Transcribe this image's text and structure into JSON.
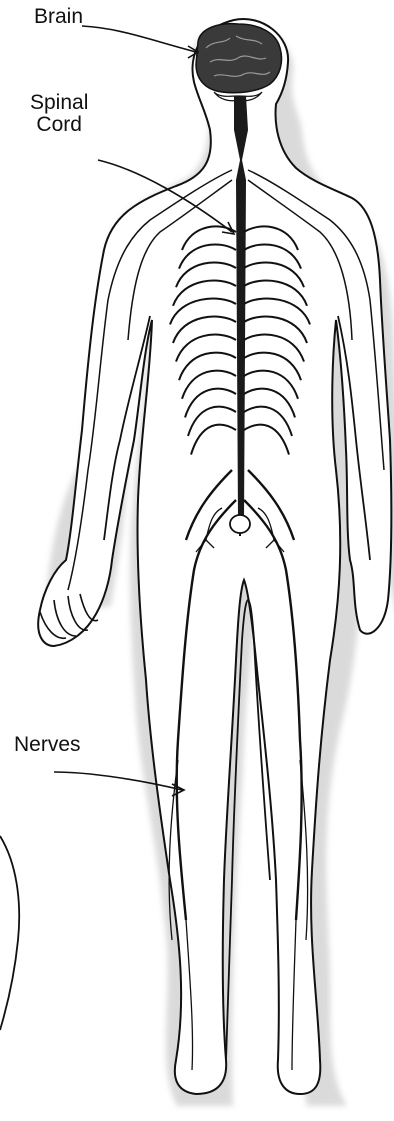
{
  "labels": {
    "brain": "Brain",
    "spinal_line1": "Spinal",
    "spinal_line2": "Cord",
    "nerves": "Nerves"
  },
  "colors": {
    "ink": "#111111",
    "shadow": "#bdbdbd",
    "brain_fill": "#3a3a3a",
    "background": "#ffffff"
  }
}
